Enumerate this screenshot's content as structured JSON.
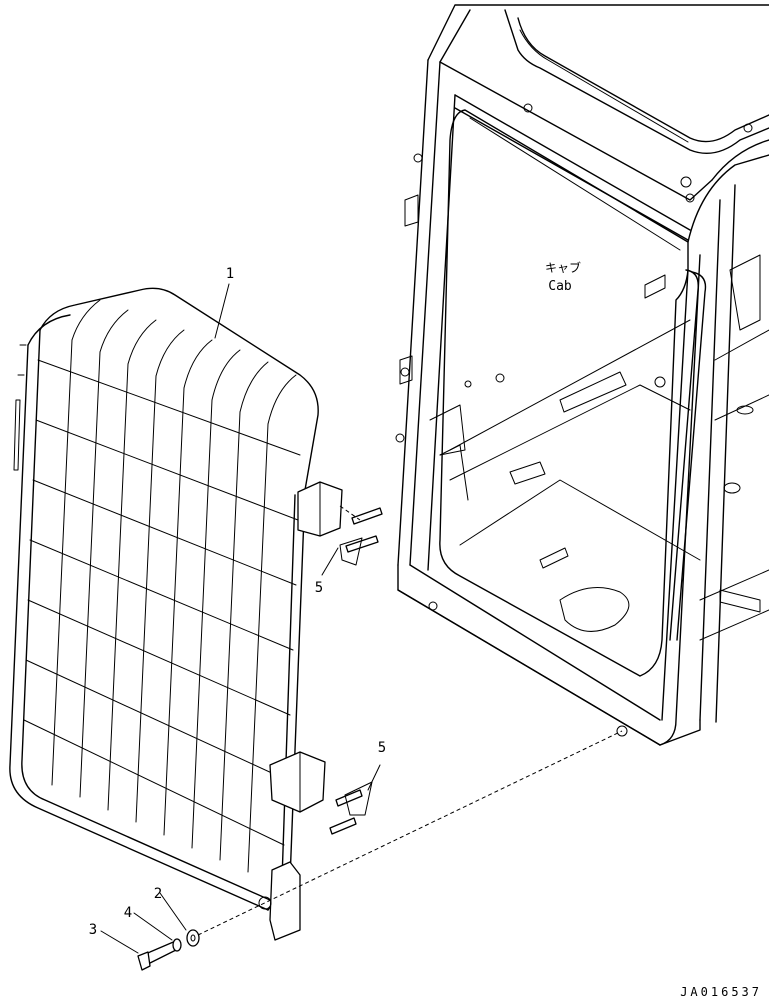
{
  "diagram": {
    "cab_label_jp": "キャブ",
    "cab_label_en": "Cab",
    "callouts": {
      "guard": "1",
      "washer": "2",
      "bolt": "3",
      "lock_washer": "4",
      "bracket_upper": "5",
      "bracket_lower": "5"
    },
    "drawing_number": "JA016537"
  }
}
